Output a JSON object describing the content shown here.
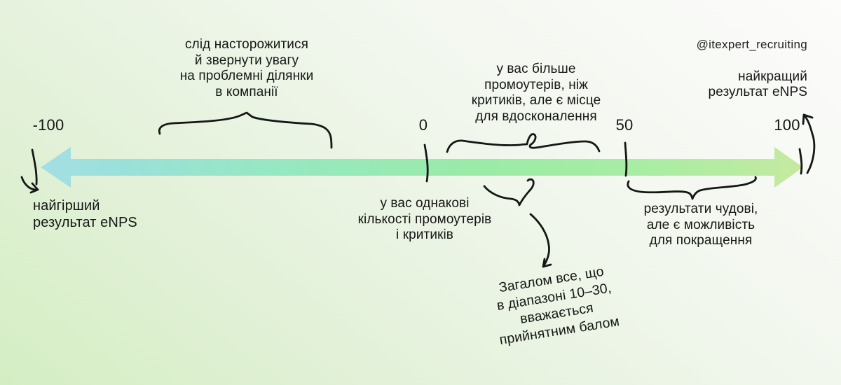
{
  "watermark": "@itexpert_recruiting",
  "scale": {
    "labels": [
      "-100",
      "0",
      "50",
      "100"
    ]
  },
  "annotations": {
    "warning": [
      "слід насторожитися",
      "й звернути увагу",
      "на проблемні ділянки",
      "в компанії"
    ],
    "promoters": [
      "у вас більше",
      "промоутерів, ніж",
      "критиків, але є місце",
      "для вдосконалення"
    ],
    "best": [
      "найкращий",
      "результат eNPS"
    ],
    "worst": [
      "найгірший",
      "результат eNPS"
    ],
    "equal": [
      "у вас однакові",
      "кількості промоутерів",
      "і критиків"
    ],
    "range": [
      "Загалом все, що",
      "в діапазоні 10–30,",
      "вважається",
      "прийнятним балом"
    ],
    "great": [
      "результати чудові,",
      "але є можливість",
      "для покращення"
    ]
  },
  "colors": {
    "ink": "#161616",
    "background_start": "#d4eec3",
    "background_end": "#fcfcfb",
    "arrow_gradient": [
      "#a5dfe4",
      "#9ae0db",
      "#95e8c0",
      "#9aeba6",
      "#abeda3",
      "#c6e9a0"
    ]
  }
}
